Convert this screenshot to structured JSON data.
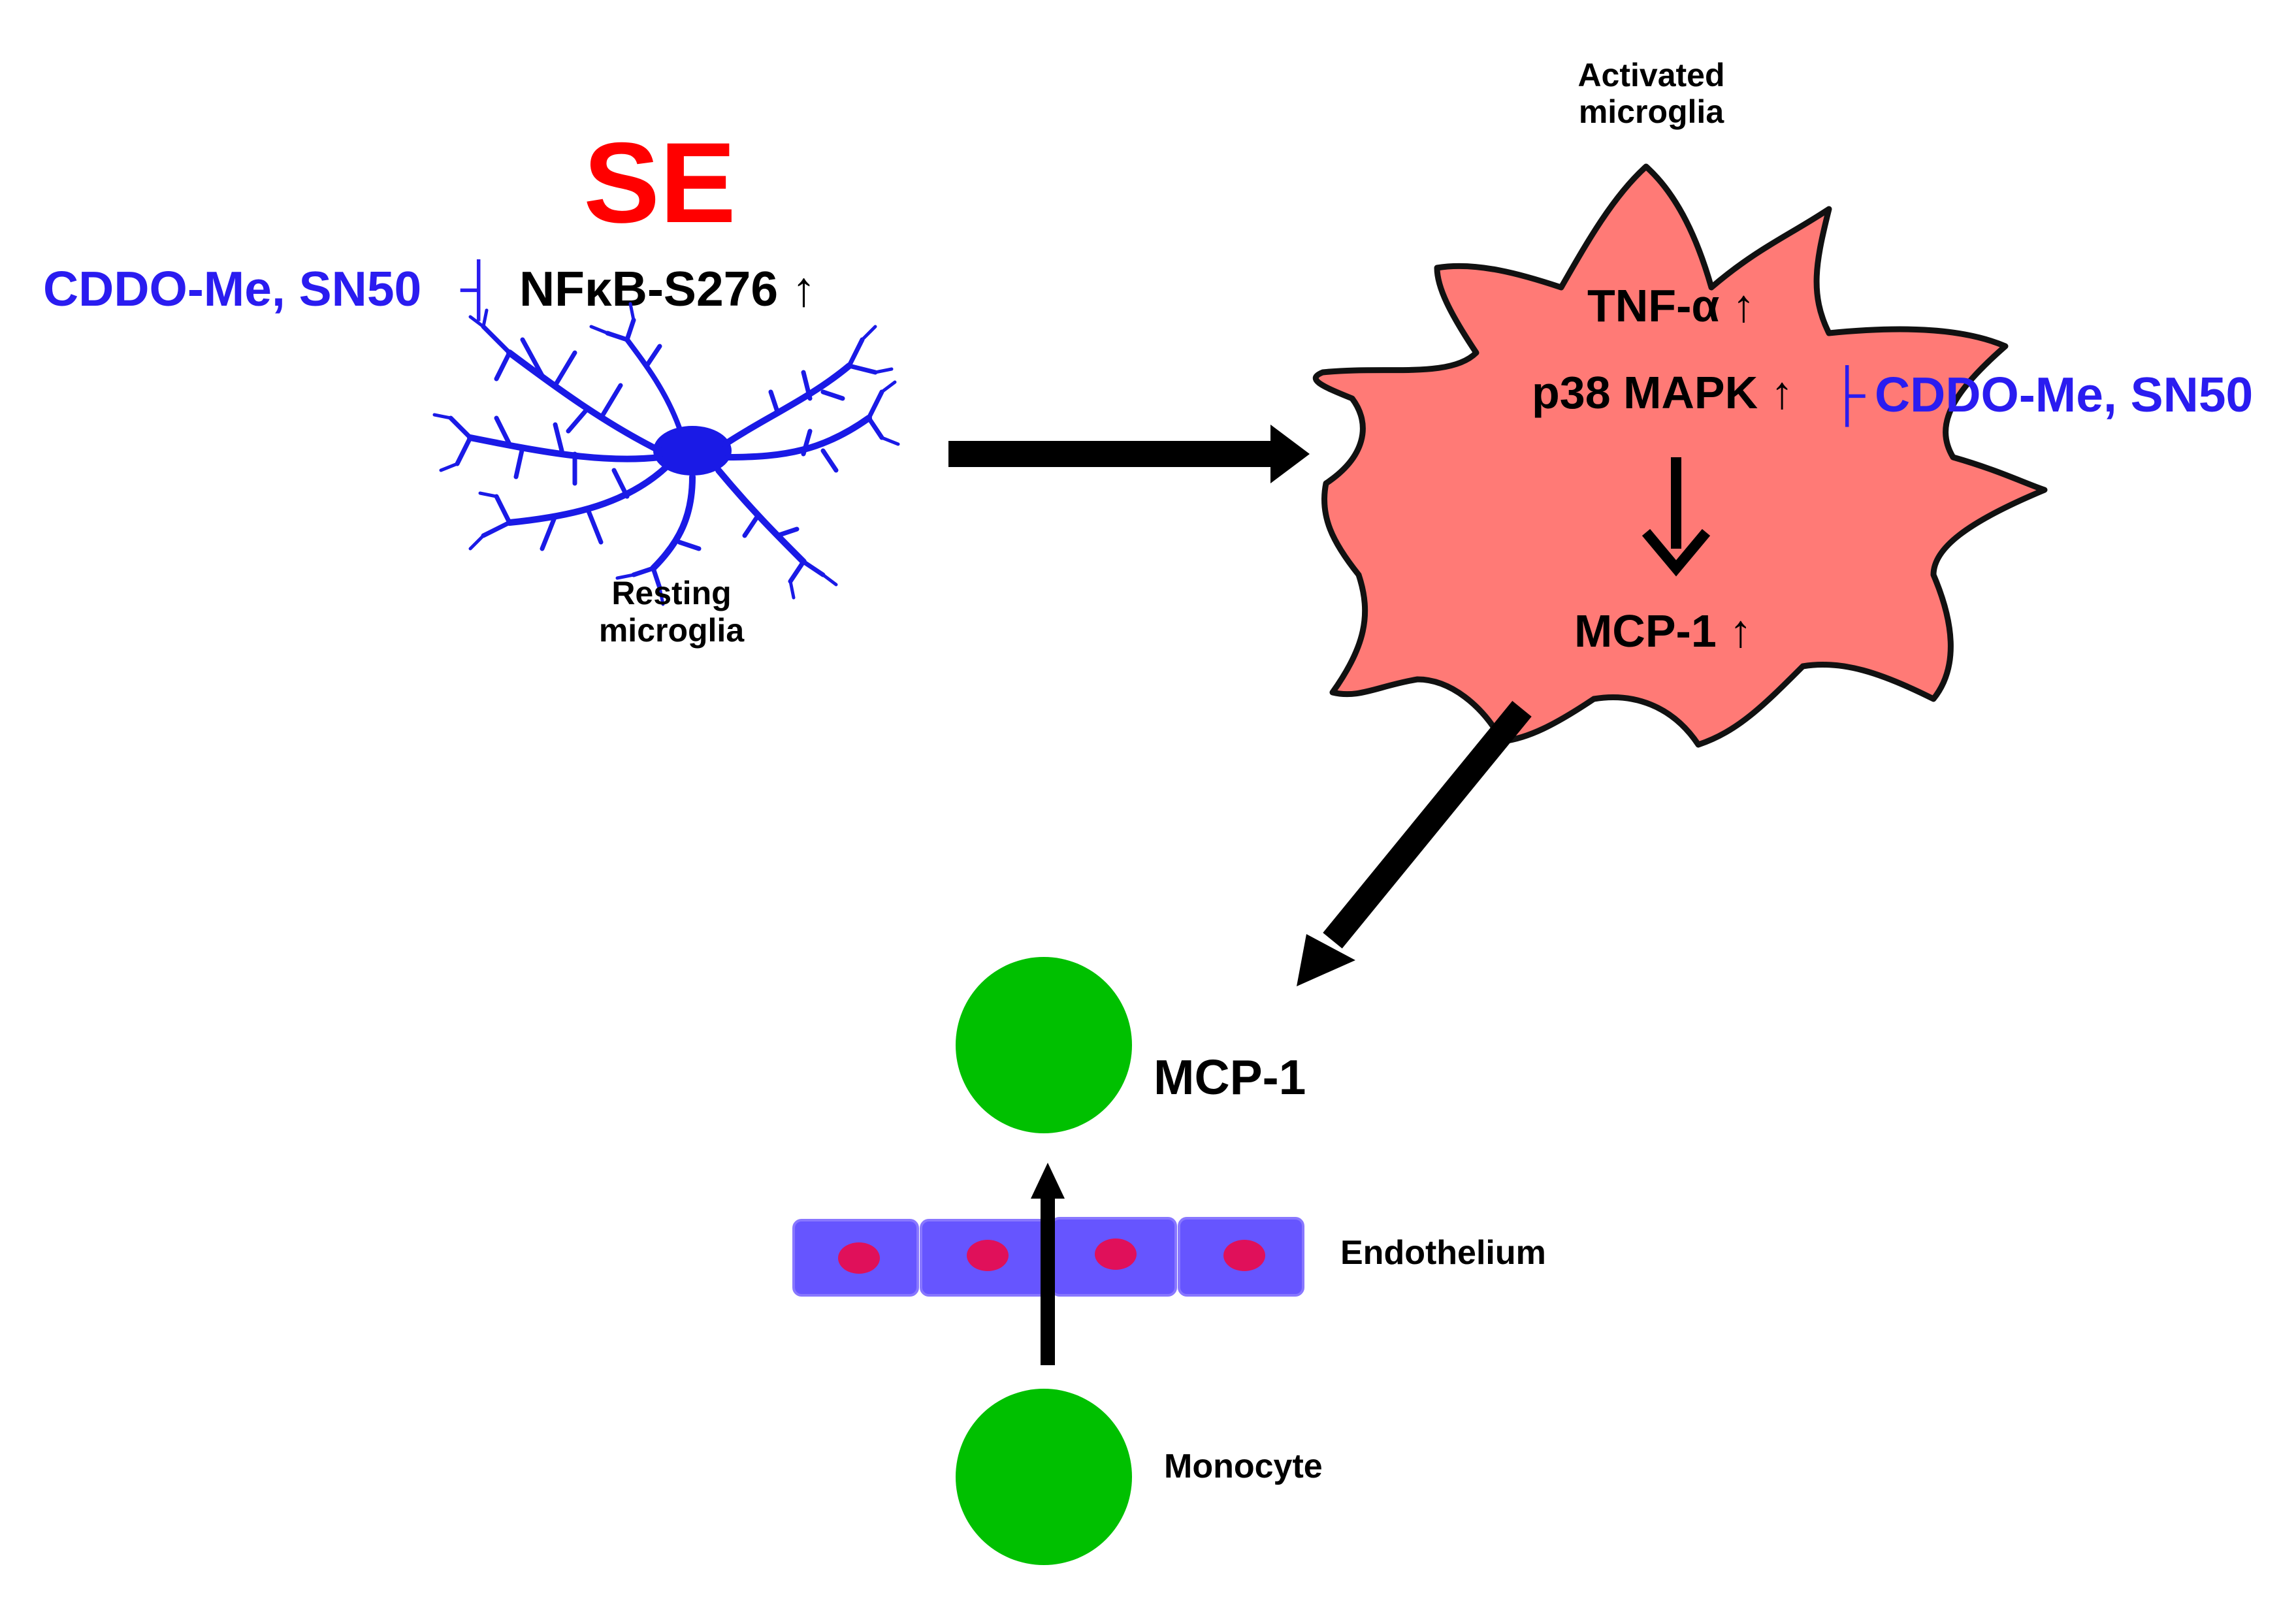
{
  "title": "SE",
  "inhibitors_left": "CDDO-Me, SN50",
  "inhibit_symbol_left": "┤",
  "nfkb_label": "NFκB-S276 ↑",
  "resting_label_line1": "Resting",
  "resting_label_line2": "microglia",
  "activated_label_line1": "Activated",
  "activated_label_line2": "microglia",
  "tnf_label": "TNF-α ↑",
  "p38_label": "p38 MAPK ↑",
  "inhibit_symbol_right": "├",
  "inhibitors_right": "CDDO-Me, SN50",
  "mcp1_inside_label": "MCP-1 ↑",
  "mcp1_label": "MCP-1",
  "endothelium_label": "Endothelium",
  "monocyte_label": "Monocyte",
  "colors": {
    "se_red": "#ff0000",
    "inhibitor_blue": "#2a1cf0",
    "microglia_blue": "#1a1ae6",
    "activated_fill": "#ff7a76",
    "monocyte_green": "#00c000",
    "endo_cell": "#6655ff",
    "endo_nucleus": "#e0105a"
  },
  "icons": [
    "resting-microglia-icon",
    "activated-microglia-icon",
    "arrow-right-icon",
    "arrow-down-icon",
    "arrow-diagonal-icon",
    "arrow-up-icon",
    "endothelial-cell-icon",
    "monocyte-icon"
  ]
}
